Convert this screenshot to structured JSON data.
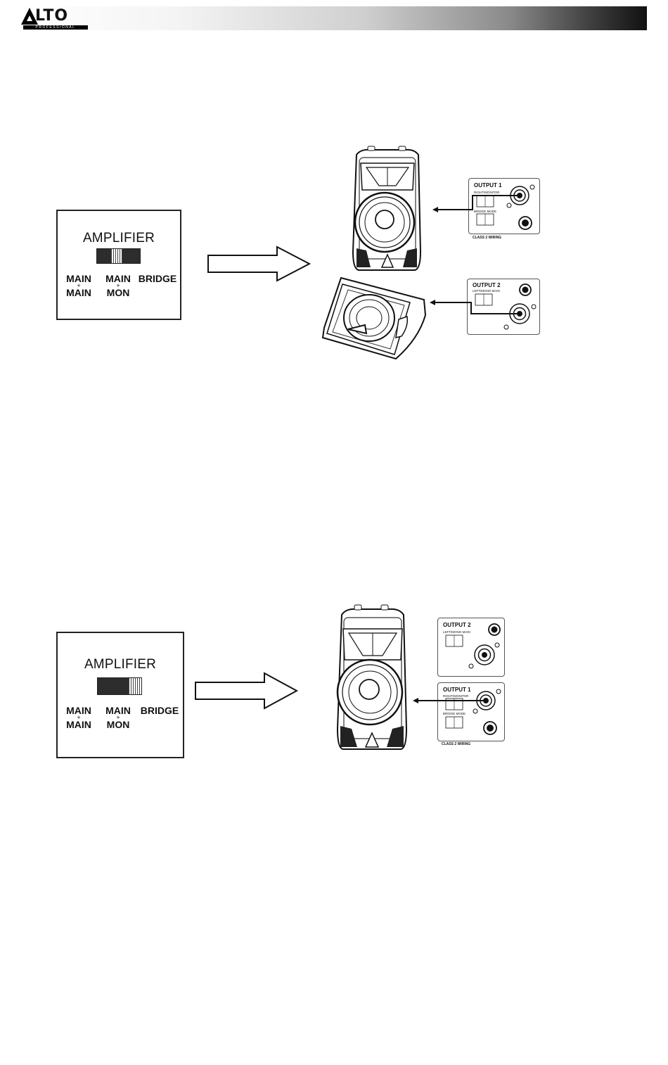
{
  "header": {
    "logo_text": "LTO",
    "logo_mark": "A",
    "logo_subtitle": "PROFESSIONAL"
  },
  "diagram1": {
    "amplifier_box": {
      "title": "AMPLIFIER",
      "switch_position": "center",
      "labels": {
        "main_main_top": "MAIN",
        "main_main_plus": "+",
        "main_main_bottom": "MAIN",
        "main_mon_top": "MAIN",
        "main_mon_plus": "+",
        "main_mon_bottom": "MON",
        "bridge": "BRIDGE"
      }
    },
    "arrow_icon": "right-arrow-outline-icon",
    "output1_panel": {
      "title": "OUTPUT 1",
      "subtitle": "RIGHT/MONITOR",
      "bridge_label": "BRIDGE MODE",
      "caption": "CLASS 2 WIRING"
    },
    "output2_panel": {
      "title": "OUTPUT 2",
      "subtitle": "LEFT/MONO MAIN"
    }
  },
  "diagram2": {
    "amplifier_box": {
      "title": "AMPLIFIER",
      "switch_position": "right",
      "labels": {
        "main_main_top": "MAIN",
        "main_main_plus": "+",
        "main_main_bottom": "MAIN",
        "main_mon_top": "MAIN",
        "main_mon_plus": "+",
        "main_mon_bottom": "MON",
        "bridge": "BRIDGE"
      }
    },
    "arrow_icon": "right-arrow-outline-icon",
    "output2_panel": {
      "title": "OUTPUT 2",
      "subtitle": "LEFT/MONO MAIN"
    },
    "output1_panel": {
      "title": "OUTPUT 1",
      "subtitle": "RIGHT/MONITOR",
      "bridge_label": "BRIDGE MODE",
      "caption": "CLASS 2 WIRING"
    }
  }
}
